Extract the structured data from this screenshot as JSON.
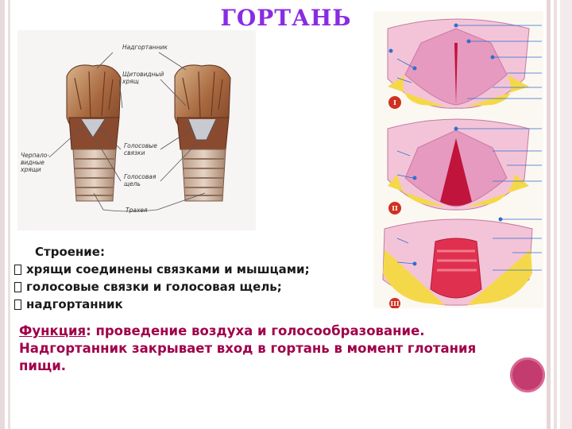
{
  "slide": {
    "title": "ГОРТАНЬ"
  },
  "anatomy_labels": {
    "epiglottis": "Надгортанник",
    "thyroid1": "Щитовидный",
    "thyroid2": "хрящ",
    "arytenoid1": "Черпало-",
    "arytenoid2": "видные",
    "arytenoid3": "хрящи",
    "cords1": "Голосовые",
    "cords2": "связки",
    "glottis1": "Голосовая",
    "glottis2": "щель",
    "trachea": "Трахея"
  },
  "fold_markers": [
    "I",
    "II",
    "III"
  ],
  "structure": {
    "heading": "Строение:",
    "items": [
      "хрящи соединены связками и мышцами;",
      "голосовые связки и голосовая щель;",
      "надгортанник"
    ]
  },
  "function": {
    "label": "Функция",
    "text1": ": проведение воздуха и голосообразование.",
    "text2": "Надгортанник закрывает вход в гортань в момент глотания",
    "text3": "пищи."
  },
  "colors": {
    "title": "#8a2be2",
    "function": "#a0004a",
    "accent_dot": "#c33b6f"
  }
}
